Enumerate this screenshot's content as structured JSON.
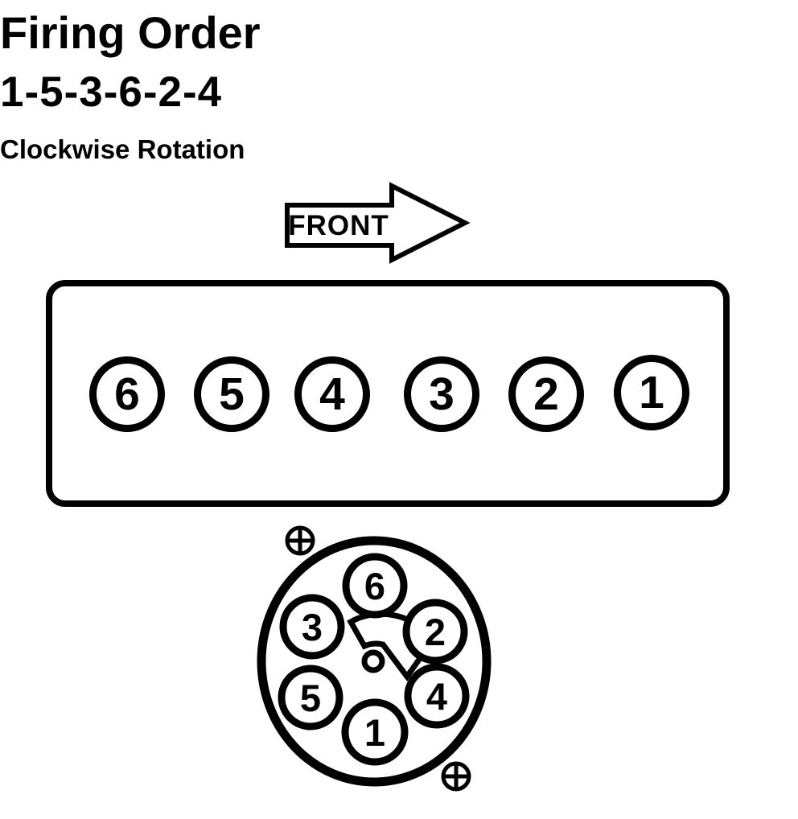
{
  "title": "Firing Order",
  "firing_order": "1-5-3-6-2-4",
  "rotation_note": "Clockwise Rotation",
  "front_label": "FRONT",
  "engine_bank": {
    "cylinders": [
      "6",
      "5",
      "4",
      "3",
      "2",
      "1"
    ]
  },
  "distributor": {
    "rotation": "clockwise",
    "positions": [
      {
        "label": "6",
        "place": "top"
      },
      {
        "label": "3",
        "place": "upper-left"
      },
      {
        "label": "2",
        "place": "upper-right"
      },
      {
        "label": "5",
        "place": "lower-left"
      },
      {
        "label": "4",
        "place": "lower-right"
      },
      {
        "label": "1",
        "place": "bottom"
      }
    ]
  },
  "icons": {
    "front_arrow": "right-arrow-icon",
    "rotation_arrow": "clockwise-rotation-arrow-icon",
    "screw_top_left": "crosshead-screw-icon",
    "screw_bottom_right": "crosshead-screw-icon"
  },
  "colors": {
    "ink": "#000000",
    "background": "#ffffff"
  }
}
